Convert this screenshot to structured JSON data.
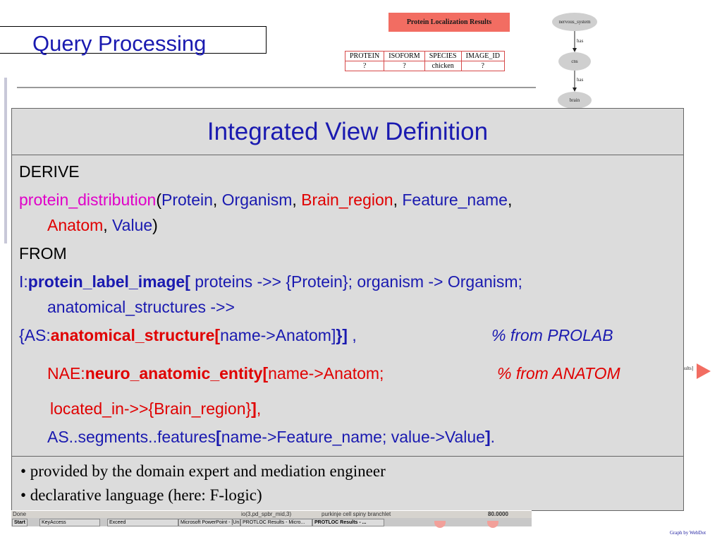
{
  "slide": {
    "title": "Query Processing"
  },
  "graph": {
    "results_box": "Protein Localization Results",
    "table": {
      "headers": [
        "PROTEIN",
        "ISOFORM",
        "SPECIES",
        "IMAGE_ID"
      ],
      "row": [
        "?",
        "?",
        "chicken",
        "?"
      ]
    },
    "nodes": [
      "nervous_system",
      "cns",
      "brain"
    ],
    "edges": [
      "has",
      "has"
    ],
    "peek_text": "sults]",
    "credit": "Graph by WebDot"
  },
  "panel": {
    "title": "Integrated View Definition",
    "derive_kw": "DERIVE",
    "head_fn": "protein_distribution",
    "head_open": "(",
    "args": {
      "protein": "Protein",
      "organism": "Organism",
      "brain_region": "Brain_region",
      "feature_name": "Feature_name",
      "anatom": "Anatom",
      "value": "Value"
    },
    "sep": ", ",
    "head_close": ")",
    "from_kw": "FROM",
    "line_i_prefix": "I:",
    "line_i_class": "protein_label_image[",
    "line_i_rest": " proteins ->> {Protein}; organism -> Organism;",
    "line_i_cont": "anatomical_structures ->>",
    "as_prefix": "{AS:",
    "as_class": "anatomical_structure[",
    "as_rest": "name->Anatom]",
    "as_close": "}]",
    "as_tail": " ,",
    "comment_prolab": "% from PROLAB",
    "nae_prefix": "NAE:",
    "nae_class": "neuro_anatomic_entity[",
    "nae_rest": "name->Anatom;",
    "comment_anatom": "% from ANATOM",
    "located": "located_in->>{Brain_region}",
    "located_close": "]",
    "located_tail": ",",
    "seg_rest": "AS..segments..features",
    "seg_open": "[",
    "seg_body": "name->Feature_name; value->Value",
    "seg_close": "]",
    "seg_tail": ".",
    "bullets": [
      "• provided by the domain expert and mediation engineer",
      "• declarative language (here: F-logic)"
    ]
  },
  "status": {
    "done": "Done",
    "cell_id": "io(3,pd_spbr_mid,3)",
    "cell_name": "purkinje cell spiny branchlet",
    "cell_value": "80.0000"
  },
  "taskbar": {
    "start": "Start",
    "items": [
      "KeyAccess",
      "Exceed",
      "Microsoft PowerPoint - [Un...",
      "PROTLOC Results - Micro...",
      "PROTLOC Results - ..."
    ]
  }
}
